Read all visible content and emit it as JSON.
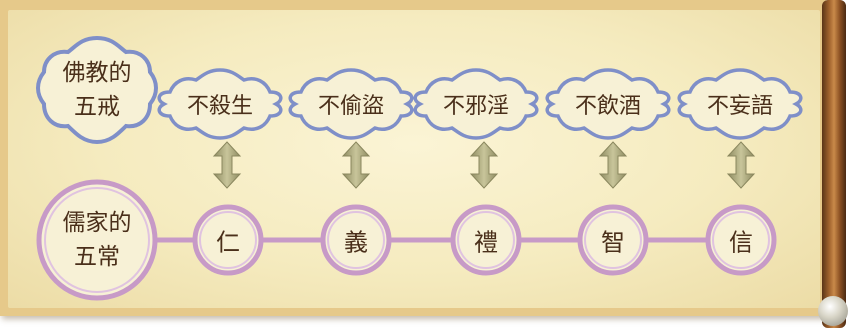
{
  "buddhism": {
    "heading_line1": "佛教的",
    "heading_line2": "五戒",
    "precepts": [
      "不殺生",
      "不偷盜",
      "不邪淫",
      "不飲酒",
      "不妄語"
    ]
  },
  "confucianism": {
    "heading_line1": "儒家的",
    "heading_line2": "五常",
    "virtues": [
      "仁",
      "義",
      "禮",
      "智",
      "信"
    ]
  },
  "colors": {
    "cloud_border": "#7f8fc8",
    "circle_border": "#c79ac7",
    "arrow": "#a8a57a",
    "connector": "#c79ac7",
    "text": "#4a2f1a"
  }
}
